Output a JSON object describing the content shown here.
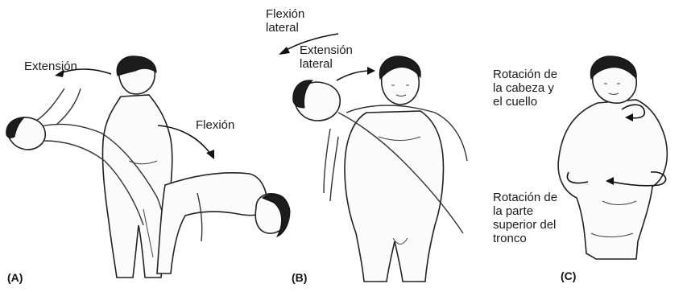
{
  "panels": {
    "a": {
      "tag": "(A)",
      "extension": "Extensión",
      "flexion": "Flexión"
    },
    "b": {
      "tag": "(B)",
      "lateral_flexion": [
        "Flexión",
        "lateral"
      ],
      "lateral_extension": [
        "Extensión",
        "lateral"
      ]
    },
    "c": {
      "tag": "(C)",
      "head_neck_rotation": [
        "Rotación de",
        "la cabeza y",
        "el cuello"
      ],
      "trunk_rotation": [
        "Rotación de",
        "la parte",
        "superior del",
        "tronco"
      ]
    }
  }
}
